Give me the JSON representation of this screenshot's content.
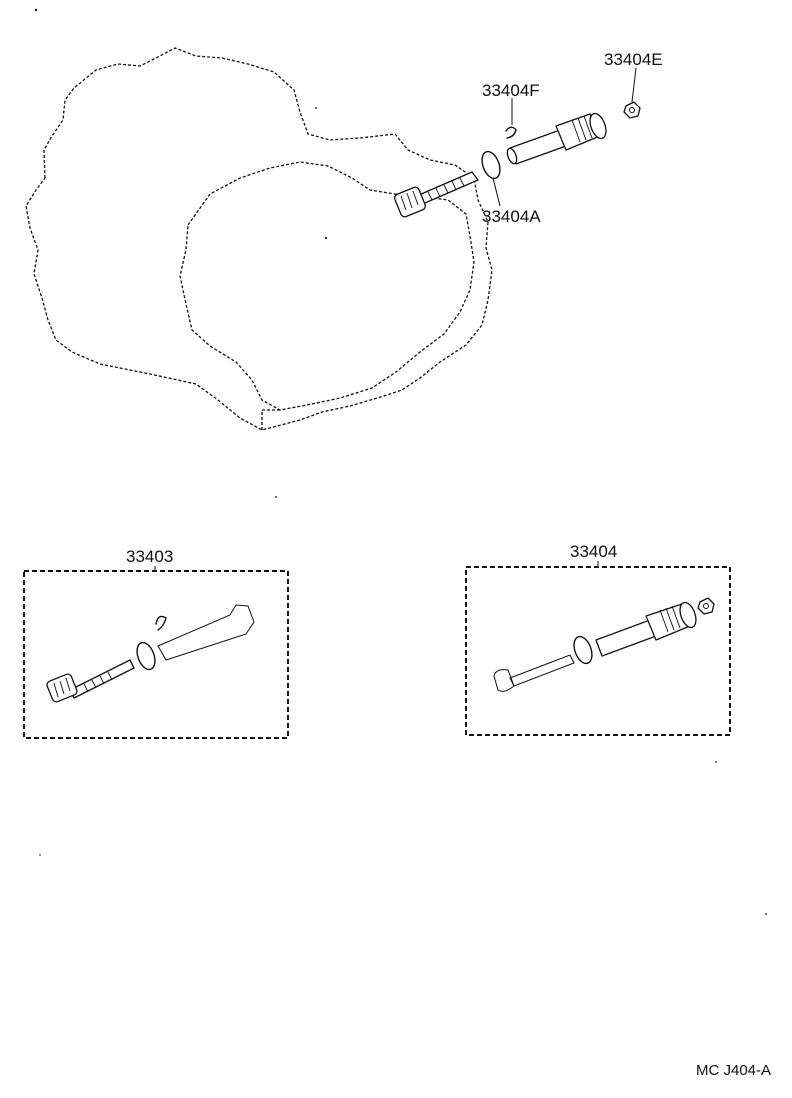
{
  "callouts": {
    "e": "33404E",
    "f": "33404F",
    "a": "33404A",
    "kit_left": "33403",
    "kit_right": "33404"
  },
  "footer_code": "MC J404-A"
}
